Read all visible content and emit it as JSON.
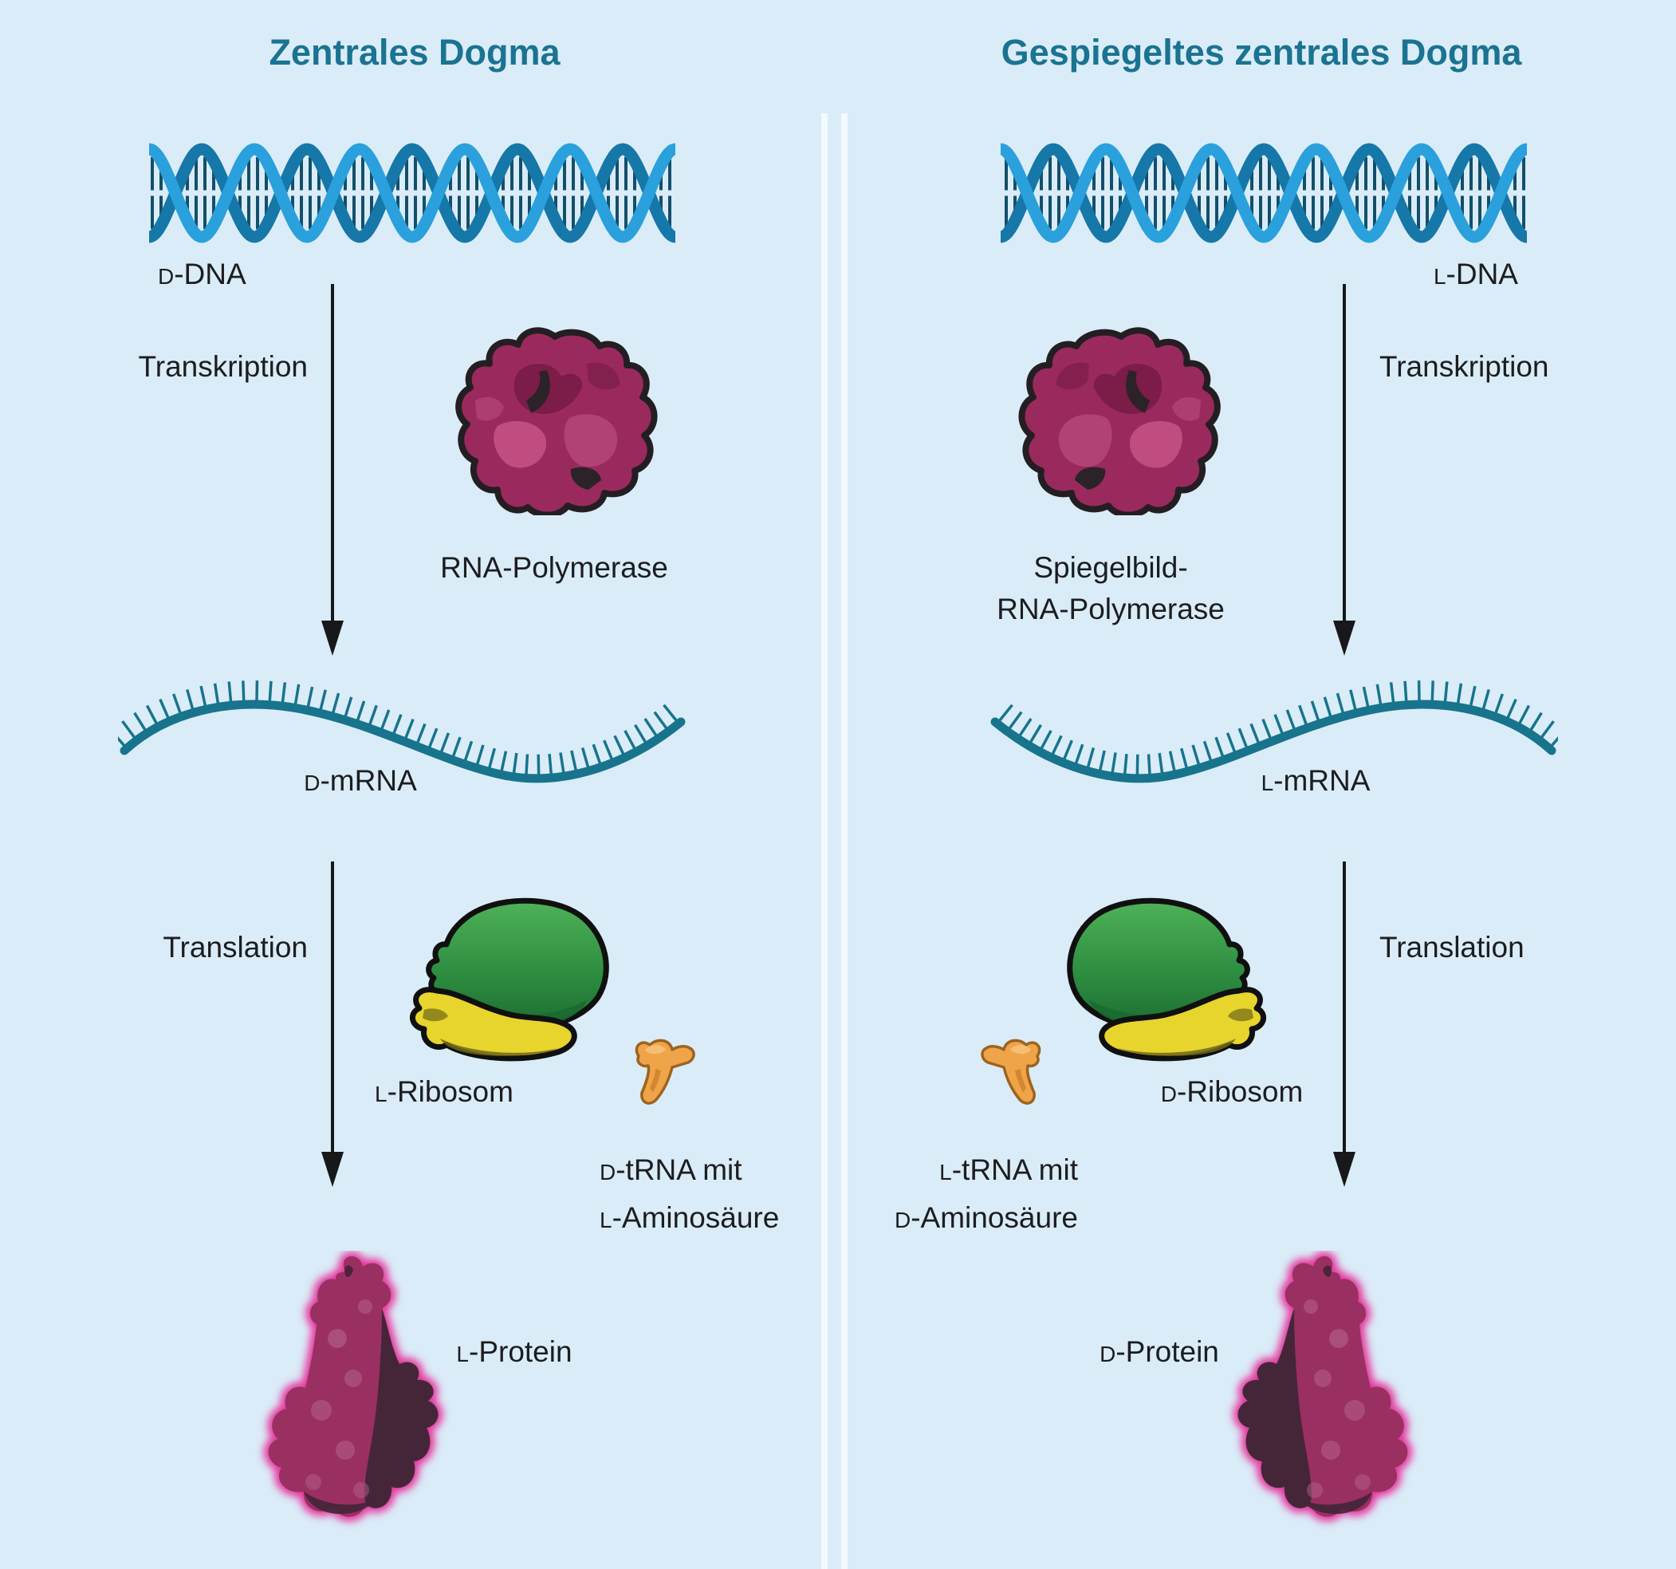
{
  "colors": {
    "background": "#daecf8",
    "title_teal": "#1a7391",
    "label_text": "#1c1d1f",
    "dna_strand_light": "#2aa0dd",
    "dna_strand_dark": "#1677a9",
    "dna_rung": "#134f6b",
    "mrna_teal": "#17748c",
    "ribosome_green": "#3c9b4a",
    "ribosome_yellow": "#e7d52e",
    "trna_orange": "#f0a44a",
    "polymerase_magenta": "#9a2a5e",
    "protein_magenta": "#9a2f62",
    "protein_glow_pink": "#e63aa0",
    "arrow_black": "#17181a",
    "divider_white": "#f3fafd"
  },
  "illustrations": {
    "dna": "double-helix-icon",
    "polymerase": "rna-polymerase-blob-icon",
    "mrna": "wavy-strand-with-ticks-icon",
    "ribosome": "two-subunit-ribosome-icon",
    "trna": "bent-trna-icon",
    "protein": "spiky-protein-blob-icon"
  },
  "columns": [
    {
      "id": "left",
      "title": "Zentrales Dogma",
      "dna": {
        "prefix": "D",
        "name": "-DNA"
      },
      "transcription_label": "Transkription",
      "polymerase": {
        "lines": [
          "RNA-Polymerase"
        ]
      },
      "mrna": {
        "prefix": "D",
        "name": "-mRNA"
      },
      "translation_label": "Translation",
      "ribosome": {
        "prefix": "L",
        "name": "-Ribosom"
      },
      "trna": {
        "line1": {
          "prefix": "D",
          "rest": "-tRNA mit"
        },
        "line2": {
          "prefix": "L",
          "rest": "-Aminosäure"
        }
      },
      "protein": {
        "prefix": "L",
        "name": "-Protein"
      }
    },
    {
      "id": "right",
      "title": "Gespiegeltes zentrales Dogma",
      "dna": {
        "prefix": "L",
        "name": "-DNA"
      },
      "transcription_label": "Transkription",
      "polymerase": {
        "lines": [
          "Spiegelbild-",
          "RNA-Polymerase"
        ]
      },
      "mrna": {
        "prefix": "L",
        "name": "-mRNA"
      },
      "translation_label": "Translation",
      "ribosome": {
        "prefix": "D",
        "name": "-Ribosom"
      },
      "trna": {
        "line1": {
          "prefix": "L",
          "rest": "-tRNA mit"
        },
        "line2": {
          "prefix": "D",
          "rest": "-Aminosäure"
        }
      },
      "protein": {
        "prefix": "D",
        "name": "-Protein"
      }
    }
  ]
}
